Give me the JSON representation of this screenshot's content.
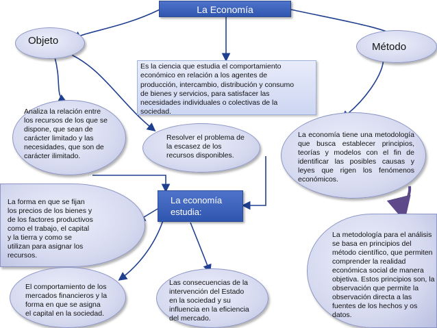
{
  "title": "La Economía",
  "objeto": "Objeto",
  "metodo": "Método",
  "definicion": "Es la ciencia que estudia el comportamiento\neconómico en relación a los agentes de\nproducción, intercambio, distribución y consumo\nde bienes y servicios, para satisfacer las\nnecesidades individuales o colectivas de la\nsociedad.",
  "objeto_desc": "Analiza la relación entre\nlos recursos de los que se\ndispone, que sean de\ncarácter limitado y las\nnecesidades, que son de\ncarácter ilimitado.",
  "problema": "Resolver el problema de\nla escasez de los\nrecursos disponibles.",
  "metodologia": "La economía tiene una metodología que busca establecer principios, teorías y modelos con el fin de identificar las posibles causas y leyes que rigen los fenómenos económicos.",
  "estudia": "La economía\nestudia:",
  "forma": "La forma en que se fijan\nlos precios de los bienes y\nde los factores productivos\ncomo el trabajo, el capital\ny la tierra y como se\nutilizan para asignar los\nrecursos.",
  "mercados": "El comportamiento de los\nmercados financieros y la\nforma en que se asigna\nel capital en la sociedad.",
  "consecuencias": "Las consecuencias de la\nintervención del Estado\nen la sociedad y su\ninfluencia en la eficiencia\ndel mercado.",
  "cientifico": "La metodología para el análisis\nse basa en principios del\nmétodo científico, que permiten\ncomprender la realidad\neconómica social de manera\nobjetiva. Estos principios son, la\nobservación que permite la\nobservación directa a las\nfuentes de los hechos y os\ndatos.",
  "colors": {
    "dark_blue": "#2f56b0",
    "light_blue": "#dde3f6",
    "connector": "#1f3f8f",
    "purple_arrow": "#5e4a8a"
  }
}
